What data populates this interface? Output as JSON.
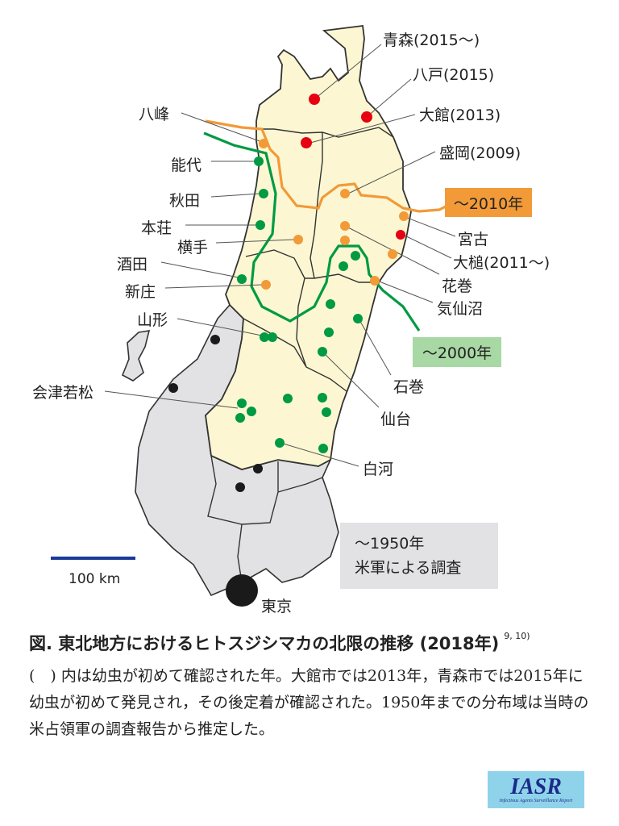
{
  "colors": {
    "established_2015_plus": "#e60012",
    "by_2010": "#f29a38",
    "by_2000": "#009a44",
    "by_1950": "#222222",
    "tohoku_fill": "#fcf7d2",
    "other_fill": "#e2e2e4",
    "scale": "#1a3a9a"
  },
  "labels": {
    "aomori": "青森(2015～)",
    "hachinohe": "八戸(2015)",
    "odate": "大館(2013)",
    "morioka": "盛岡(2009)",
    "miyako": "宮古",
    "otsuchi": "大槌(2011～)",
    "hanamaki": "花巻",
    "kesennuma": "気仙沼",
    "ishinomaki": "石巻",
    "sendai": "仙台",
    "shirakawa": "白河",
    "tokyo": "東京",
    "happo": "八峰",
    "noshiro": "能代",
    "akita": "秋田",
    "honjo": "本荘",
    "yokote": "横手",
    "sakata": "酒田",
    "shinjo": "新庄",
    "yamagata": "山形",
    "aizuwakamatsu": "会津若松"
  },
  "legend": {
    "line_2010": "～2010年",
    "line_2000": "～2000年",
    "area_1950_line1": "～1950年",
    "area_1950_line2": "米軍による調査"
  },
  "scale_bar": {
    "label": "100 km"
  },
  "caption": {
    "title": "図. 東北地方におけるヒトスジシマカの北限の推移 (2018年)",
    "refs": "9, 10)",
    "body": "(　) 内は幼虫が初めて確認された年。大館市では2013年，青森市では2015年に幼虫が初めて発見され，その後定着が確認された。1950年までの分布域は当時の米占領軍の調査報告から推定した。"
  },
  "logo": {
    "title": "IASR",
    "subtitle": "Infectious Agents Surveillance Report"
  }
}
